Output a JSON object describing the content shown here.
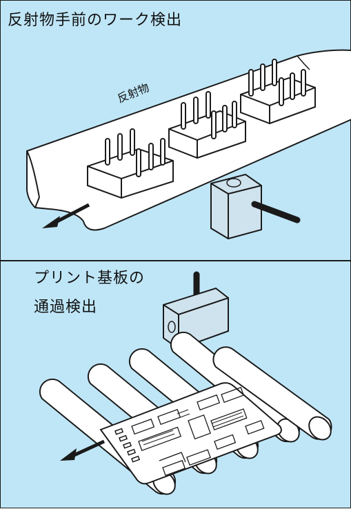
{
  "panels": [
    {
      "title": "反射物手前のワーク検出",
      "reflector_label": "反射物"
    },
    {
      "title_line1": "プリント基板の",
      "title_line2": "通過検出"
    }
  ],
  "colors": {
    "background": "#bfe6f7",
    "sensor_body": "#cfe3ee",
    "outline": "#1a1a1a",
    "fill_white": "#ffffff"
  },
  "icons": [
    "reflector-plate",
    "component-block",
    "photoelectric-sensor",
    "conveyor-roller",
    "printed-circuit-board",
    "direction-arrow"
  ]
}
